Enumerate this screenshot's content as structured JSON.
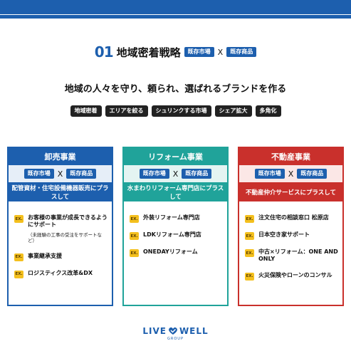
{
  "heading": {
    "number": "01",
    "title": "地域密着戦略",
    "tag1": "既存市場",
    "x": "X",
    "tag2": "既存商品"
  },
  "tagline": "地域の人々を守り、頼られ、選ばれるブランドを作る",
  "keywords": [
    "地域密着",
    "エリアを絞る",
    "シュリンクする市場",
    "シェア拡大",
    "多角化"
  ],
  "cards": [
    {
      "title": "卸売事業",
      "tag1": "既存市場",
      "x": "X",
      "tag2": "既存商品",
      "subtitle": "配管資材・住宅設備機器販売にプラスして",
      "items": [
        {
          "ex": "EX.",
          "text": "お客様の事業が成長できるようにサポート",
          "note": "（未経験の工事の受注をサポートなど）"
        },
        {
          "ex": "EX.",
          "text": "事業継承支援"
        },
        {
          "ex": "EX.",
          "text": "ロジスティクス改革&DX"
        }
      ]
    },
    {
      "title": "リフォーム事業",
      "tag1": "既存市場",
      "x": "X",
      "tag2": "既存商品",
      "subtitle": "水まわりリフォーム専門店にプラスして",
      "items": [
        {
          "ex": "EX.",
          "text": "外装リフォーム専門店"
        },
        {
          "ex": "EX.",
          "text": "LDKリフォーム専門店"
        },
        {
          "ex": "EX.",
          "text": "ONEDAYリフォーム"
        }
      ]
    },
    {
      "title": "不動産事業",
      "tag1": "既存市場",
      "x": "X",
      "tag2": "既存商品",
      "subtitle": "不動産仲介サービスにプラスして",
      "items": [
        {
          "ex": "EX.",
          "text": "注文住宅の相談窓口 松原店"
        },
        {
          "ex": "EX.",
          "text": "日本空き家サポート"
        },
        {
          "ex": "EX.",
          "text": "中古×リフォーム：ONE AND ONLY"
        },
        {
          "ex": "EX.",
          "text": "火災保険やローンのコンサル"
        }
      ]
    }
  ],
  "logo": {
    "left": "LIVE",
    "right": "WELL",
    "sub": "GROUP"
  },
  "colors": {
    "blue": "#1d5fae",
    "teal": "#20a39a",
    "red": "#c9302c",
    "ex_badge": "#f4c01e"
  }
}
